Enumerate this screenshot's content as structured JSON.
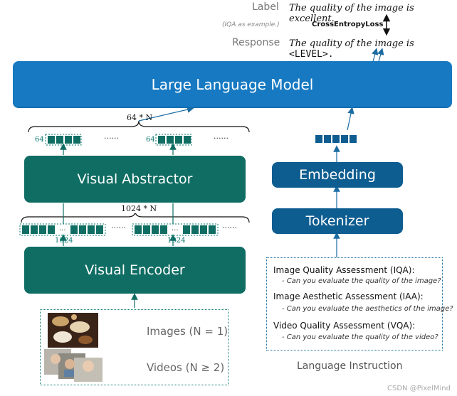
{
  "header": {
    "label_key": "Label",
    "label_text": "The quality of the image is excellent.",
    "note": "(IQA as example.)",
    "loss": "CrossEntropyLoss",
    "response_key": "Response",
    "response_text": "The quality of the image is",
    "response_level": "<LEVEL>."
  },
  "llm": {
    "label": "Large Language Model"
  },
  "vision": {
    "abstractor_dim": "64 * N",
    "token_count_small": "64",
    "ellipsis": "······",
    "abstractor_label": "Visual Abstractor",
    "encoder_dim": "1024 * N",
    "encoder_count": "1024",
    "encoder_label": "Visual Encoder",
    "images_label": "Images (N = 1)",
    "videos_label": "Videos (N ≥ 2)"
  },
  "text": {
    "embedding_label": "Embedding",
    "tokenizer_label": "Tokenizer",
    "instructions": [
      {
        "title": "Image Quality Assessment (IQA):",
        "question": "- Can you evaluate the quality of the image?"
      },
      {
        "title": "Image Aesthetic Assessment (IAA):",
        "question": "- Can you evaluate the aesthetics of the image?"
      },
      {
        "title": "Video Quality Assessment (VQA):",
        "question": "- Can you evaluate the quality of the video?"
      }
    ],
    "caption": "Language Instruction"
  },
  "footer": "CSDN @PixelMind",
  "colors": {
    "llm": "#1679c2",
    "teal": "#0f6d63",
    "navy": "#0e5d91"
  }
}
